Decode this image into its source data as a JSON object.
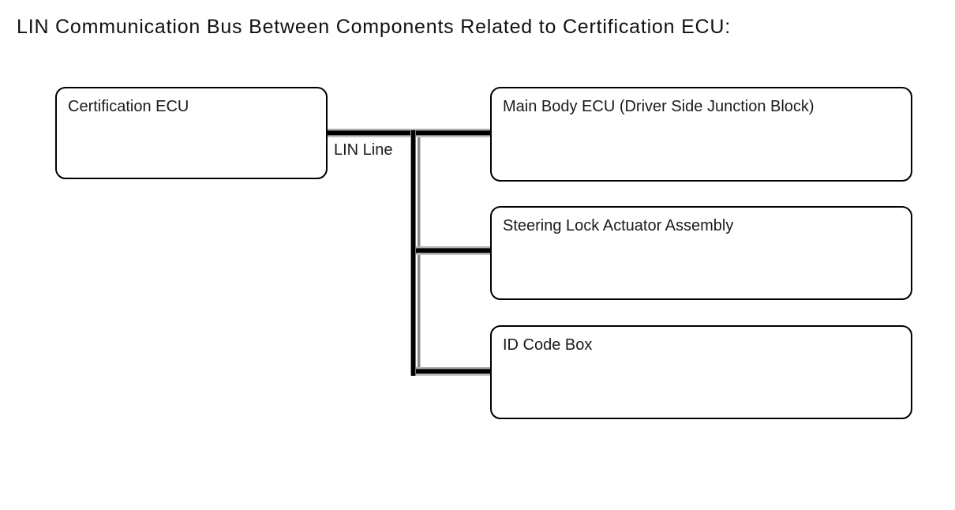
{
  "title": "LIN Communication Bus Between Components Related to Certification ECU:",
  "diagram": {
    "bus_label": "LIN Line",
    "nodes": {
      "certification_ecu": {
        "label": "Certification ECU"
      },
      "main_body_ecu": {
        "label": "Main Body ECU (Driver Side Junction Block)"
      },
      "steering_lock": {
        "label": "Steering Lock Actuator Assembly"
      },
      "id_code_box": {
        "label": "ID Code Box"
      }
    },
    "connections": [
      {
        "from": "Certification ECU",
        "to": "Main Body ECU (Driver Side Junction Block)",
        "via": "LIN Line"
      },
      {
        "from": "Certification ECU",
        "to": "Steering Lock Actuator Assembly",
        "via": "LIN Line"
      },
      {
        "from": "Certification ECU",
        "to": "ID Code Box",
        "via": "LIN Line"
      }
    ],
    "colors": {
      "background": "#ffffff",
      "line": "#000000",
      "line_shadow": "#8a8a8a",
      "box_border": "#000000",
      "text": "#1a1a1a"
    }
  }
}
